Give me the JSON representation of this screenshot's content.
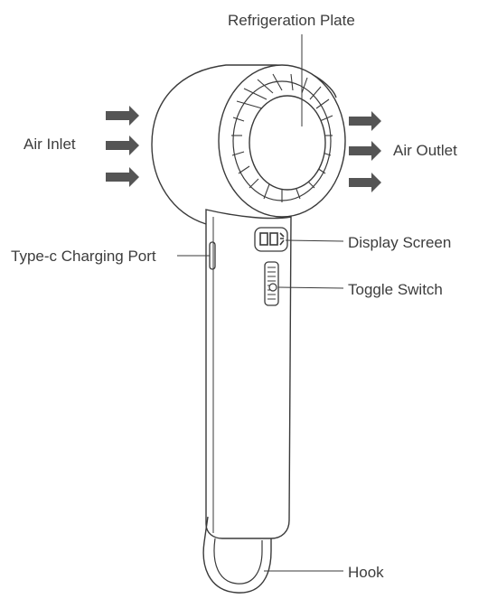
{
  "labels": {
    "refrigeration_plate": "Refrigeration Plate",
    "air_inlet": "Air Inlet",
    "air_outlet": "Air Outlet",
    "display_screen": "Display Screen",
    "toggle_switch": "Toggle Switch",
    "charging_port": "Type-c Charging Port",
    "hook": "Hook"
  },
  "colors": {
    "outline": "#3a3a3a",
    "arrow": "#555555",
    "text": "#3d3d3d",
    "background": "#ffffff"
  }
}
